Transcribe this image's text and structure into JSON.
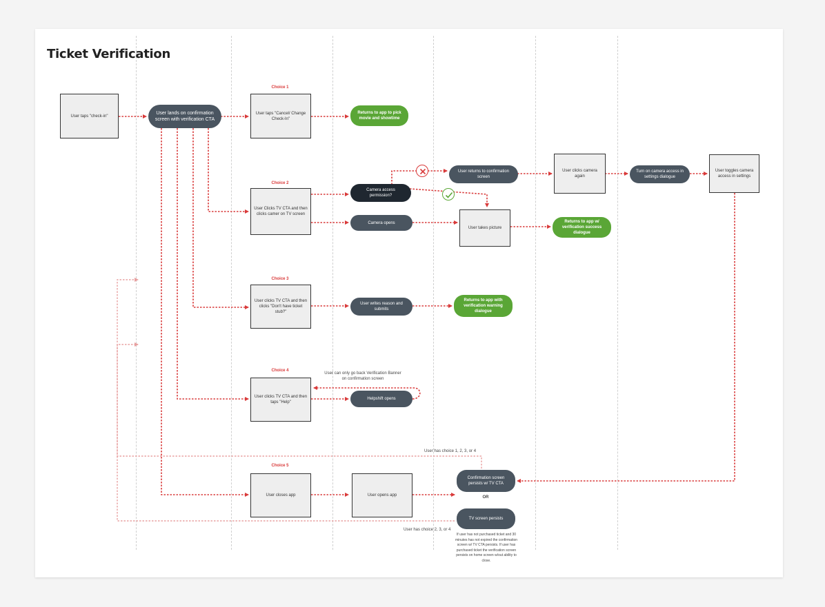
{
  "title": "Ticket Verification",
  "nodes": {
    "user_taps_checkin": "User taps \"check-in\"",
    "user_lands": "User lands on confirmation screen with verification CTA",
    "cancel_change": "User taps \"Cancel/ Change Check-In\"",
    "returns_pick_movie": "Returns to app to pick movie and showtime",
    "clicks_tv_camera": "User Clicks TV CTA and then clicks camer on TV screen",
    "camera_permission": "Camera access permission?",
    "camera_opens": "Camera opens",
    "user_returns_confirmation": "User returns to confirmation screen",
    "user_clicks_camera_again": "User clicks camera again",
    "turn_on_camera_access": "Turn on camera access in settings dialogue",
    "user_toggles_camera": "User toggles camera access in settings",
    "user_takes_picture": "User takes picture",
    "returns_success": "Returns to app w/ verification success dialogue",
    "clicks_tv_dont_have": "User clicks TV CTA and then clicks \"Don't have ticket stub?\"",
    "writes_reason": "User writes reason and submits",
    "returns_warning": "Returns to app with verification warning dialogue",
    "clicks_tv_help": "User clicks TV CTA and then taps \"Help\"",
    "helpshift_opens": "Helpshift opens",
    "user_closes_app": "User closes app",
    "user_opens_app": "User opens app",
    "confirmation_persists": "Confirmation screen persists w/ TV CTA",
    "tv_screen_persists": "TV  screen persists"
  },
  "choices": {
    "c1": "Choice 1",
    "c2": "Choice 2",
    "c3": "Choice 3",
    "c4": "Choice 4",
    "c5": "Choice 5"
  },
  "annotations": {
    "go_back_banner": "User can only go back Verification Banner on confirmation screen",
    "has_choice_1234": "User has choice 1,  2, 3, or 4",
    "has_choice_234": "User has choice 2, 3, or 4",
    "or": "OR",
    "footnote": "If user has not purchased ticket and 30 minutes has not expired the confirmation screen w/ TV CTA persists. If user has purchased ticket the verification screen persists on home screen w/out ability to close."
  },
  "colors": {
    "arrow": "#d93a3a",
    "green": "#5aa636",
    "dark_pill": "#4a5560",
    "deny_icon": "#d93a3a",
    "allow_icon": "#5aa636"
  },
  "icons": {
    "deny": "x-circle-icon",
    "allow": "check-circle-icon"
  }
}
